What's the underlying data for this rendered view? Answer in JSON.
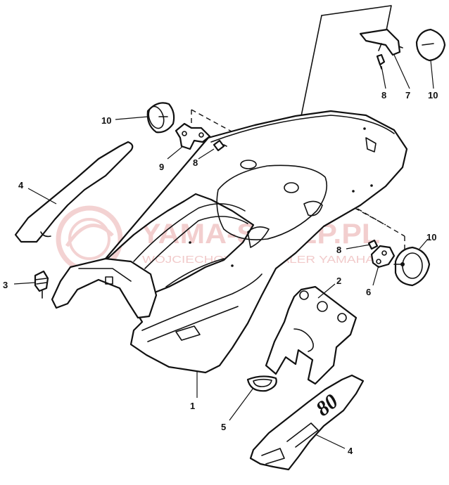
{
  "watermark": {
    "title": "YAMA-SKLEP.PL",
    "subtitle": "WOJCIECHOWICZ DEALER YAMAHA",
    "color": "#e9a7a7"
  },
  "decal": {
    "text": "80"
  },
  "callouts": [
    {
      "id": "c1",
      "label": "1"
    },
    {
      "id": "c2",
      "label": "2"
    },
    {
      "id": "c3",
      "label": "3"
    },
    {
      "id": "c4a",
      "label": "4"
    },
    {
      "id": "c4b",
      "label": "4"
    },
    {
      "id": "c5",
      "label": "5"
    },
    {
      "id": "c6",
      "label": "6"
    },
    {
      "id": "c7",
      "label": "7"
    },
    {
      "id": "c8a",
      "label": "8"
    },
    {
      "id": "c8b",
      "label": "8"
    },
    {
      "id": "c8c",
      "label": "8"
    },
    {
      "id": "c9",
      "label": "9"
    },
    {
      "id": "c10a",
      "label": "10"
    },
    {
      "id": "c10b",
      "label": "10"
    },
    {
      "id": "c10c",
      "label": "10"
    }
  ]
}
